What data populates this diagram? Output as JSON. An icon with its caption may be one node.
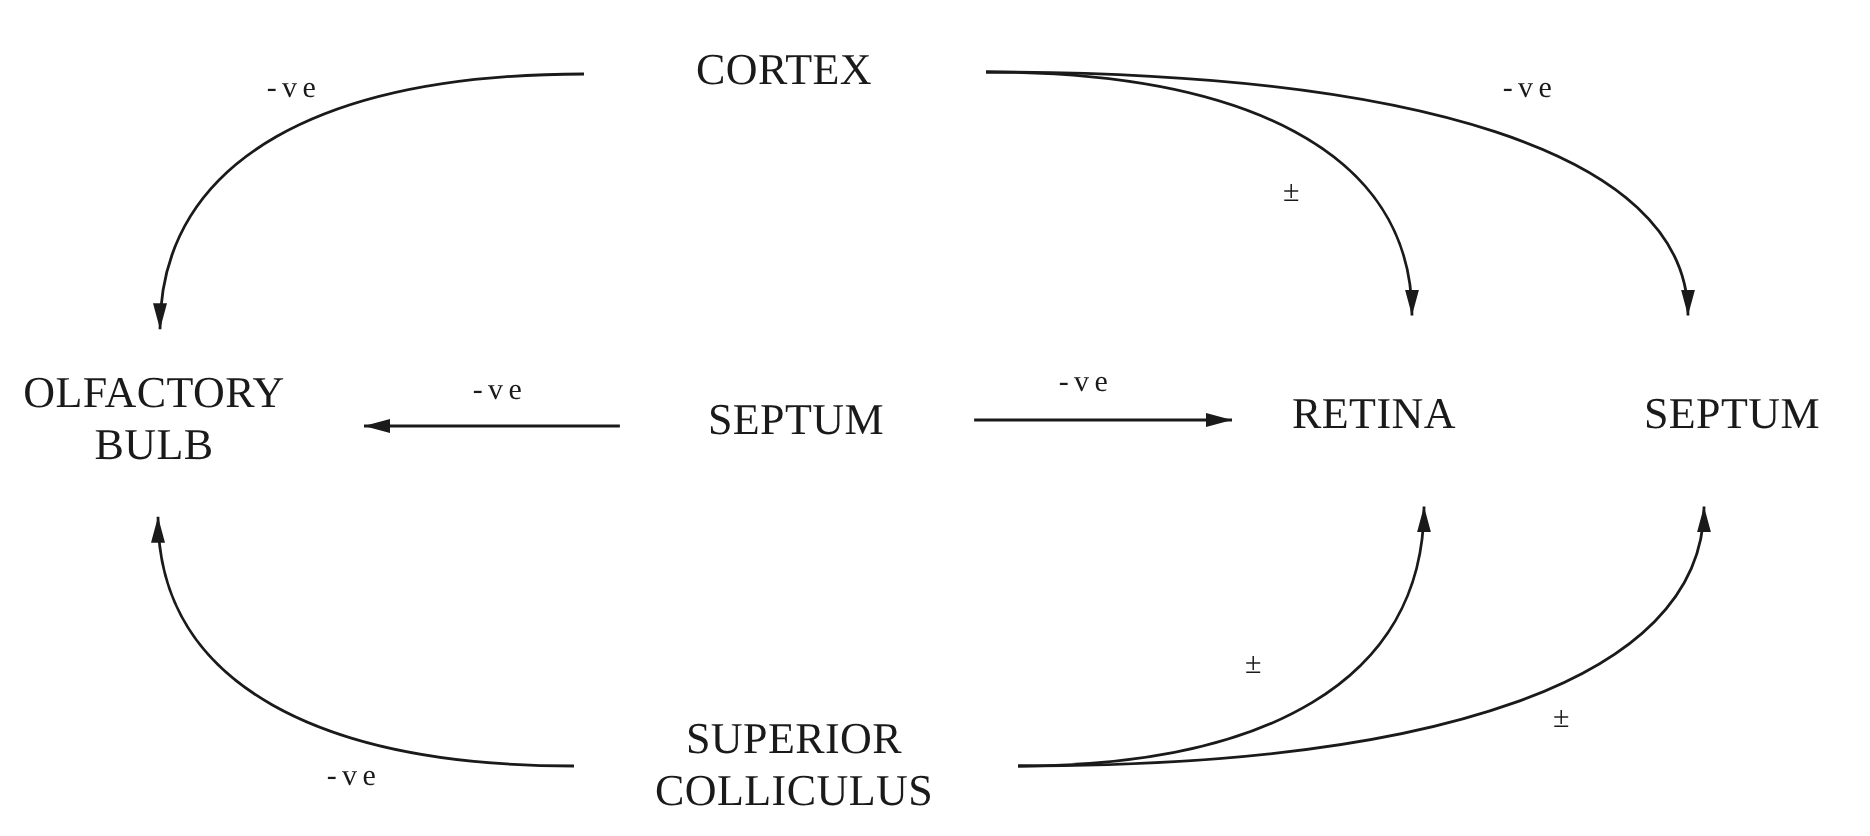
{
  "diagram": {
    "nodes": [
      {
        "text": [
          "CORTEX"
        ]
      },
      {
        "text": [
          "OLFACTORY BULB"
        ]
      },
      {
        "text": [
          "SEPTUM"
        ]
      },
      {
        "text": [
          "RETINA"
        ]
      },
      {
        "text": [
          "SEPTUM"
        ]
      },
      {
        "text": [
          "SUPERIOR COLLICULUS"
        ]
      }
    ],
    "edges": [
      {
        "from": 0,
        "to": 1,
        "arrow": "to",
        "label": "-ve"
      },
      {
        "from": 0,
        "to": 3,
        "arrow": "to",
        "label": "±"
      },
      {
        "from": 0,
        "to": 4,
        "arrow": "to",
        "label": "-ve"
      },
      {
        "from": 2,
        "to": 1,
        "arrow": "to",
        "label": "-ve"
      },
      {
        "from": 2,
        "to": 3,
        "arrow": "to",
        "label": "-ve"
      },
      {
        "from": 5,
        "to": 1,
        "arrow": "to",
        "label": "-ve"
      },
      {
        "from": 5,
        "to": 3,
        "arrow": "to",
        "label": "±"
      },
      {
        "from": 5,
        "to": 4,
        "arrow": "to",
        "label": "±"
      }
    ]
  }
}
